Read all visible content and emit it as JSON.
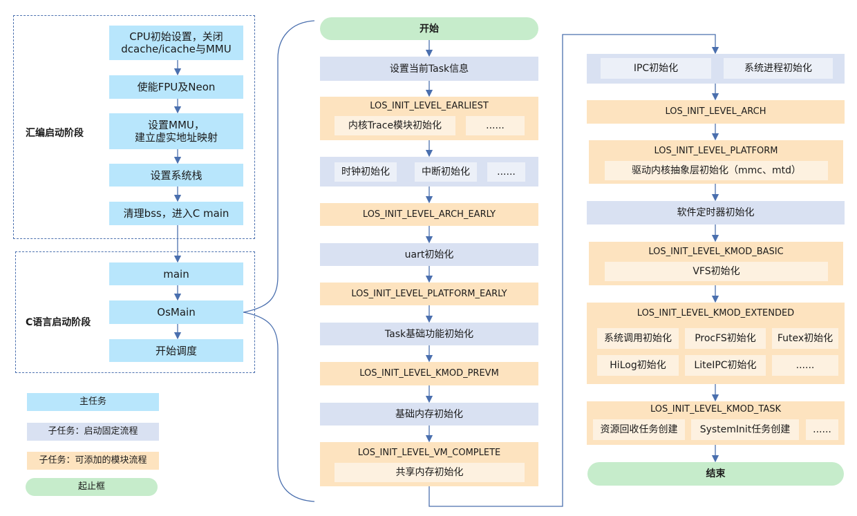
{
  "left": {
    "asm_stage_label": "汇编启动阶段",
    "c_stage_label": "C语言启动阶段",
    "asm_steps": [
      "CPU初始设置，关闭\ndcache/icache与MMU",
      "使能FPU及Neon",
      "设置MMU，\n建立虚实地址映射",
      "设置系统栈",
      "清理bss，进入C main"
    ],
    "c_steps": [
      "main",
      "OsMain",
      "开始调度"
    ]
  },
  "legend": {
    "main_task": "主任务",
    "fixed_subtask": "子任务：启动固定流程",
    "module_subtask": "子任务：可添加的模块流程",
    "terminal": "起止框"
  },
  "middle": {
    "start": "开始",
    "set_task_info": "设置当前Task信息",
    "earliest": {
      "title": "LOS_INIT_LEVEL_EARLIEST",
      "items": [
        "内核Trace模块初始化",
        "......"
      ]
    },
    "clock_group": [
      "时钟初始化",
      "中断初始化",
      "......"
    ],
    "arch_early": "LOS_INIT_LEVEL_ARCH_EARLY",
    "uart": "uart初始化",
    "platform_early": "LOS_INIT_LEVEL_PLATFORM_EARLY",
    "task_basic": "Task基础功能初始化",
    "kmod_prevm": "LOS_INIT_LEVEL_KMOD_PREVM",
    "mem_basic": "基础内存初始化",
    "vm_complete": {
      "title": "LOS_INIT_LEVEL_VM_COMPLETE",
      "items": [
        "共享内存初始化"
      ]
    }
  },
  "right": {
    "ipc_group": [
      "IPC初始化",
      "系统进程初始化"
    ],
    "arch": "LOS_INIT_LEVEL_ARCH",
    "platform": {
      "title": "LOS_INIT_LEVEL_PLATFORM",
      "items": [
        "驱动内核抽象层初始化（mmc、mtd）"
      ]
    },
    "soft_timer": "软件定时器初始化",
    "kmod_basic": {
      "title": "LOS_INIT_LEVEL_KMOD_BASIC",
      "items": [
        "VFS初始化"
      ]
    },
    "kmod_extended": {
      "title": "LOS_INIT_LEVEL_KMOD_EXTENDED",
      "items": [
        "系统调用初始化",
        "ProcFS初始化",
        "Futex初始化",
        "HiLog初始化",
        "LiteIPC初始化",
        "......"
      ]
    },
    "kmod_task": {
      "title": "LOS_INIT_LEVEL_KMOD_TASK",
      "items": [
        "资源回收任务创建",
        "SystemInit任务创建",
        "......"
      ]
    },
    "end": "结束"
  },
  "colors": {
    "main_task": "#b8e6fc",
    "fixed_subtask": "#d9e1f2",
    "module_subtask": "#fde3bf",
    "terminal": "#c6eccb",
    "connector": "#4a6fae"
  }
}
